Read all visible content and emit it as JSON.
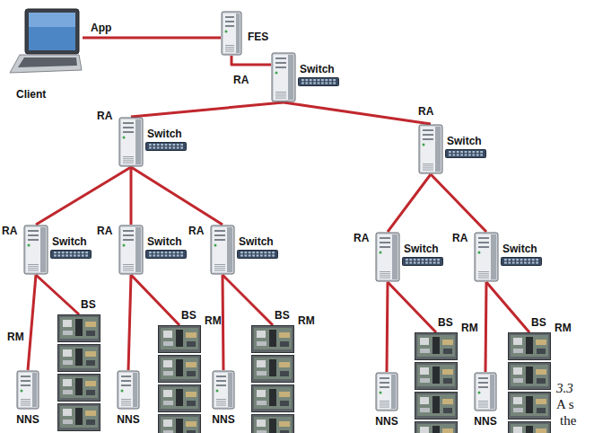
{
  "diagram": {
    "nodes": [
      {
        "text": [
          "Client"
        ]
      },
      {
        "text": [
          "FES"
        ]
      },
      {
        "text": [
          "RA",
          "Switch"
        ]
      },
      {
        "text": [
          "RA",
          "Switch"
        ]
      },
      {
        "text": [
          "RA",
          "Switch"
        ]
      },
      {
        "text": [
          "RA",
          "Switch"
        ]
      },
      {
        "text": [
          "RA",
          "Switch"
        ]
      },
      {
        "text": [
          "RA",
          "Switch"
        ]
      },
      {
        "text": [
          "RA",
          "Switch"
        ]
      },
      {
        "text": [
          "RA",
          "Switch"
        ]
      },
      {
        "text": [
          "BS"
        ]
      },
      {
        "text": [
          "NNS"
        ]
      },
      {
        "text": [
          "BS"
        ]
      },
      {
        "text": [
          "NNS"
        ]
      },
      {
        "text": [
          "BS"
        ]
      },
      {
        "text": [
          "NNS"
        ]
      },
      {
        "text": [
          "BS"
        ]
      },
      {
        "text": [
          "NNS"
        ]
      },
      {
        "text": [
          "BS"
        ]
      },
      {
        "text": [
          "NNS"
        ]
      }
    ],
    "edges": [
      {
        "from": 0,
        "to": 1,
        "label": "App",
        "arrow": "none"
      },
      {
        "from": 1,
        "to": 2,
        "arrow": "none"
      },
      {
        "from": 2,
        "to": 3,
        "arrow": "none"
      },
      {
        "from": 2,
        "to": 4,
        "arrow": "none"
      },
      {
        "from": 3,
        "to": 5,
        "arrow": "none"
      },
      {
        "from": 3,
        "to": 6,
        "arrow": "none"
      },
      {
        "from": 3,
        "to": 7,
        "arrow": "none"
      },
      {
        "from": 4,
        "to": 8,
        "arrow": "none"
      },
      {
        "from": 4,
        "to": 9,
        "arrow": "none"
      },
      {
        "from": 5,
        "to": 10,
        "arrow": "none"
      },
      {
        "from": 5,
        "to": 11,
        "arrow": "none"
      },
      {
        "from": 6,
        "to": 12,
        "arrow": "none"
      },
      {
        "from": 6,
        "to": 13,
        "arrow": "none"
      },
      {
        "from": 7,
        "to": 14,
        "arrow": "none"
      },
      {
        "from": 7,
        "to": 15,
        "arrow": "none"
      },
      {
        "from": 8,
        "to": 16,
        "arrow": "none"
      },
      {
        "from": 8,
        "to": 17,
        "arrow": "none"
      },
      {
        "from": 9,
        "to": 18,
        "arrow": "none"
      },
      {
        "from": 9,
        "to": 19,
        "arrow": "none"
      }
    ],
    "labels": [
      "RM",
      "RM",
      "RM",
      "RM",
      "RM",
      "3.3",
      "A s",
      "the"
    ]
  }
}
